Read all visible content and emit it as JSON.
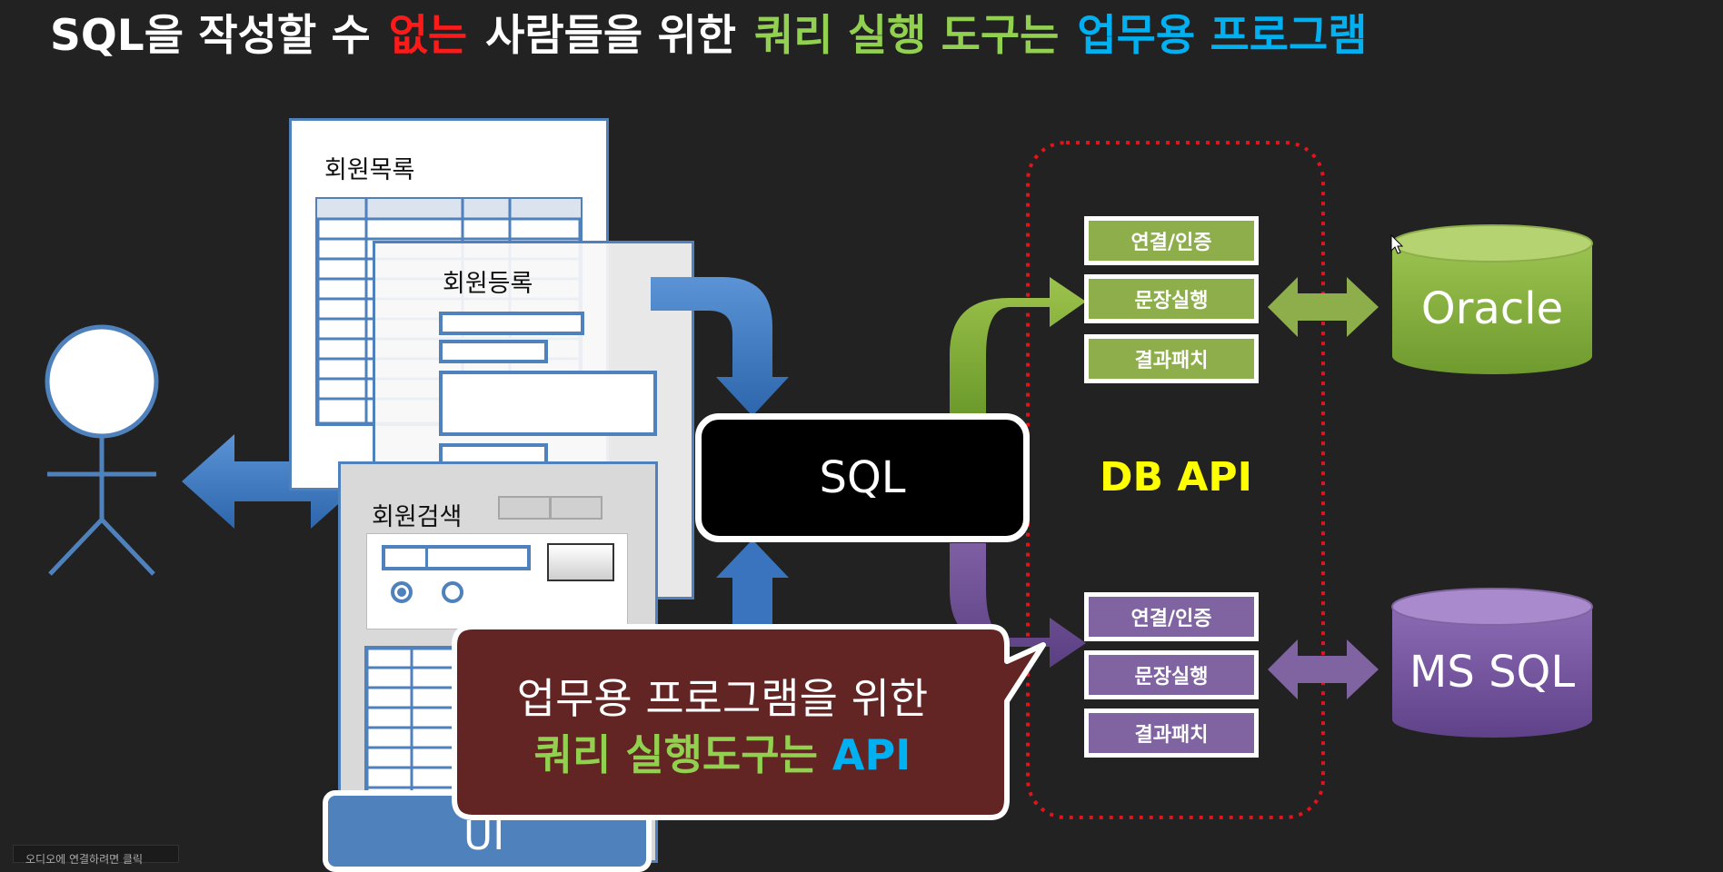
{
  "title": {
    "part1": "SQL을 작성할 수",
    "part2": "없는",
    "part3": "사람들을 위한",
    "part4": "쿼리 실행 도구는",
    "part5": "업무용 프로그램",
    "colors": {
      "default": "#ffffff",
      "highlight": "#ff1a1a",
      "green": "#92d050",
      "blue": "#00b0f0"
    }
  },
  "windows": {
    "member_list": "회원목록",
    "member_register": "회원등록",
    "member_search": "회원검색",
    "ui_label": "UI"
  },
  "sql_box": {
    "label": "SQL"
  },
  "db_api": {
    "label": "DB API",
    "color": "#ffff00"
  },
  "oracle_steps": [
    "연결/인증",
    "문장실행",
    "결과패치"
  ],
  "mssql_steps": [
    "연결/인증",
    "문장실행",
    "결과패치"
  ],
  "databases": {
    "oracle": {
      "label": "Oracle",
      "color": "#8dae4a"
    },
    "mssql": {
      "label": "MS SQL",
      "color": "#8064a2"
    }
  },
  "callout": {
    "line1": "업무용 프로그램을 위한",
    "line2_green": "쿼리 실행도구는",
    "line2_blue": "API",
    "fill": "#632523"
  },
  "overlay": {
    "text": "오디오에 연결하려면 클릭"
  },
  "icons": {
    "actor": "stick-figure-icon",
    "cursor": "mouse-pointer-icon"
  }
}
